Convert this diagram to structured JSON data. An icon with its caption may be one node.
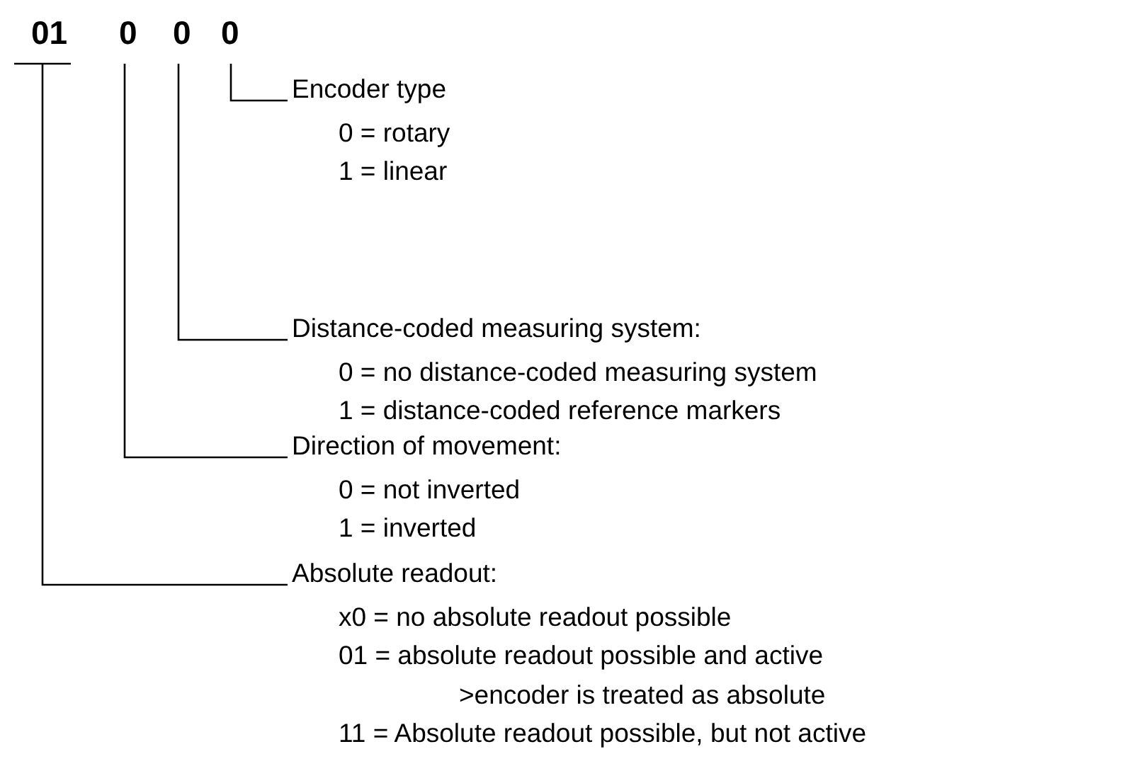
{
  "diagram": {
    "nodes": [
      {
        "text": [
          "01"
        ]
      },
      {
        "text": [
          "0"
        ]
      },
      {
        "text": [
          "0"
        ]
      },
      {
        "text": [
          "0"
        ]
      },
      {
        "text": [
          "Encoder type",
          "0 = rotary",
          "1 = linear"
        ]
      },
      {
        "text": [
          "Distance-coded measuring system:",
          "0 = no distance-coded measuring system",
          "1 = distance-coded reference markers"
        ]
      },
      {
        "text": [
          "Direction of movement:",
          "0 = not inverted",
          "1 = inverted"
        ]
      },
      {
        "text": [
          "Absolute readout:",
          "x0 = no absolute readout possible",
          "01 = absolute readout possible and active",
          ">encoder is treated as absolute",
          "11 = Absolute readout possible, but not active"
        ]
      }
    ],
    "edges": [
      {
        "from": 3,
        "to": 4,
        "arrow": "none"
      },
      {
        "from": 2,
        "to": 5,
        "arrow": "none"
      },
      {
        "from": 1,
        "to": 6,
        "arrow": "none"
      },
      {
        "from": 0,
        "to": 7,
        "arrow": "none"
      }
    ]
  }
}
